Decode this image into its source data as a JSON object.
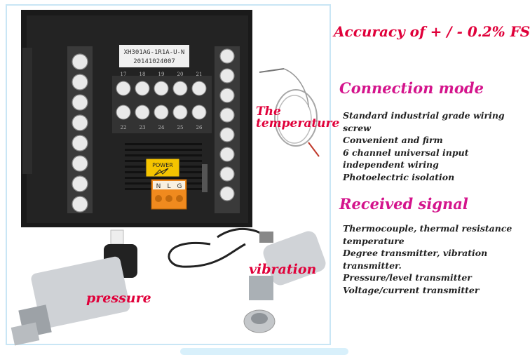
{
  "photo": {
    "device_label_line1": "XH301AG-1R1A-U-N",
    "device_label_line2": "20141024007",
    "power_badge_text": "POWER",
    "terminal_letters": [
      "N",
      "L",
      "G"
    ],
    "terminal_numbers_top": [
      "17",
      "18",
      "19",
      "20",
      "21"
    ],
    "terminal_numbers_bottom": [
      "22",
      "23",
      "24",
      "25",
      "26"
    ],
    "label_temperature_1": "The",
    "label_temperature_2": "temperature",
    "label_vibration": "vibration",
    "label_pressure": "pressure"
  },
  "accuracy": "Accuracy of + / - 0.2% FS",
  "connection": {
    "heading": "Connection mode",
    "items": [
      "Standard industrial grade wiring screw",
      "Convenient and firm",
      "6 channel universal input independent wiring",
      "Photoelectric isolation"
    ]
  },
  "signal": {
    "heading": "Received signal",
    "items": [
      "Thermocouple, thermal resistance temperature",
      "Degree transmitter, vibration transmitter.",
      "Pressure/level transmitter",
      "Voltage/current transmitter"
    ]
  },
  "colors": {
    "accent_red": "#e0003a",
    "accent_magenta": "#d4148c",
    "frame_border": "#c9e6f5"
  }
}
